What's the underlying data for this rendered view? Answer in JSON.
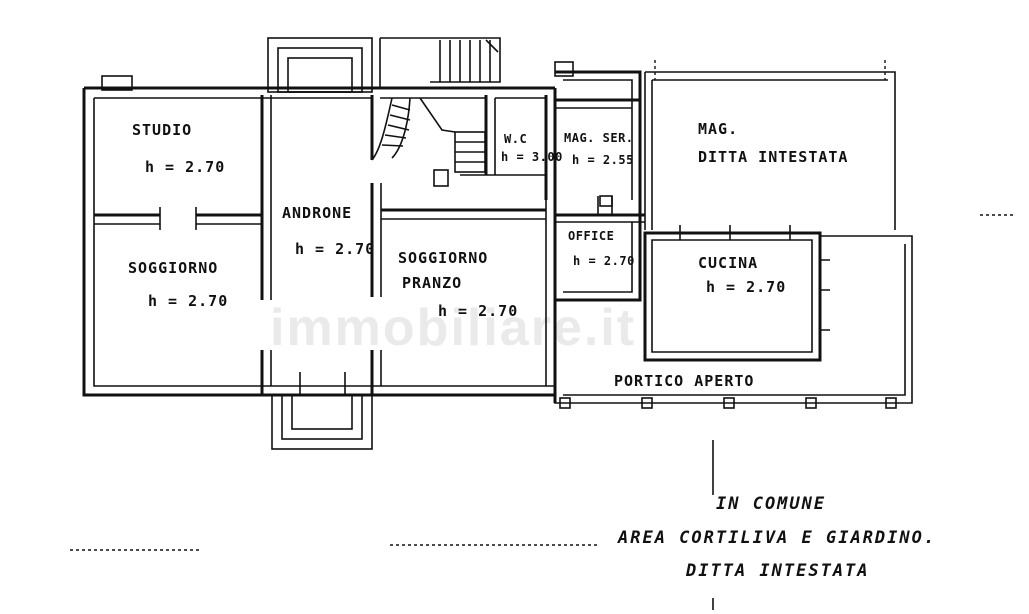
{
  "rooms": {
    "studio": {
      "name": "STUDIO",
      "height": "h = 2.70"
    },
    "soggiorno": {
      "name": "SOGGIORNO",
      "height": "h = 2.70"
    },
    "androne": {
      "name": "ANDRONE",
      "height": "h = 2.70"
    },
    "soggiorno_pranzo": {
      "name_line1": "SOGGIORNO",
      "name_line2": "PRANZO",
      "height": "h = 2.70"
    },
    "wc": {
      "name": "W.C",
      "height": "h = 3.00"
    },
    "magazzino": {
      "name": "MAG. SER.",
      "height": "h = 2.55"
    },
    "office": {
      "name": "OFFICE",
      "height": "h = 2.70"
    },
    "cucina": {
      "name": "CUCINA",
      "height": "h = 2.70"
    },
    "magazzino_ditta": {
      "name": "MAG.",
      "owner": "DITTA INTESTATA"
    },
    "portico": {
      "name": "PORTICO APERTO"
    }
  },
  "notes": {
    "line1": "IN COMUNE",
    "line2": "AREA CORTILIVA E GIARDINO.",
    "line3": "DITTA INTESTATA"
  },
  "watermark": "immobiliare.it"
}
